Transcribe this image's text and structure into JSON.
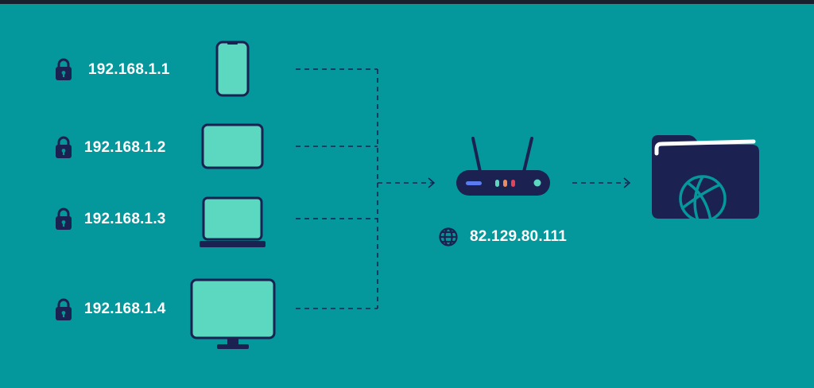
{
  "colors": {
    "background": "#04979b",
    "device_fill": "#5dd8c0",
    "device_stroke": "#1b2150",
    "dark": "#1b2150",
    "line": "#1b2150",
    "label": "#ffffff",
    "led_blue": "#5b7cf0",
    "led_green": "#5dd8c0",
    "led_orange": "#f08a5d",
    "led_red": "#e8425a"
  },
  "devices": [
    {
      "name": "phone",
      "ip": "192.168.1.1",
      "icon": "lock-icon"
    },
    {
      "name": "tablet",
      "ip": "192.168.1.2",
      "icon": "lock-icon"
    },
    {
      "name": "laptop",
      "ip": "192.168.1.3",
      "icon": "lock-icon"
    },
    {
      "name": "monitor",
      "ip": "192.168.1.4",
      "icon": "lock-icon"
    }
  ],
  "router": {
    "public_ip": "82.129.80.111",
    "icon": "router-icon",
    "ip_icon": "globe-icon"
  },
  "destination": {
    "icon": "folder-globe-icon"
  }
}
